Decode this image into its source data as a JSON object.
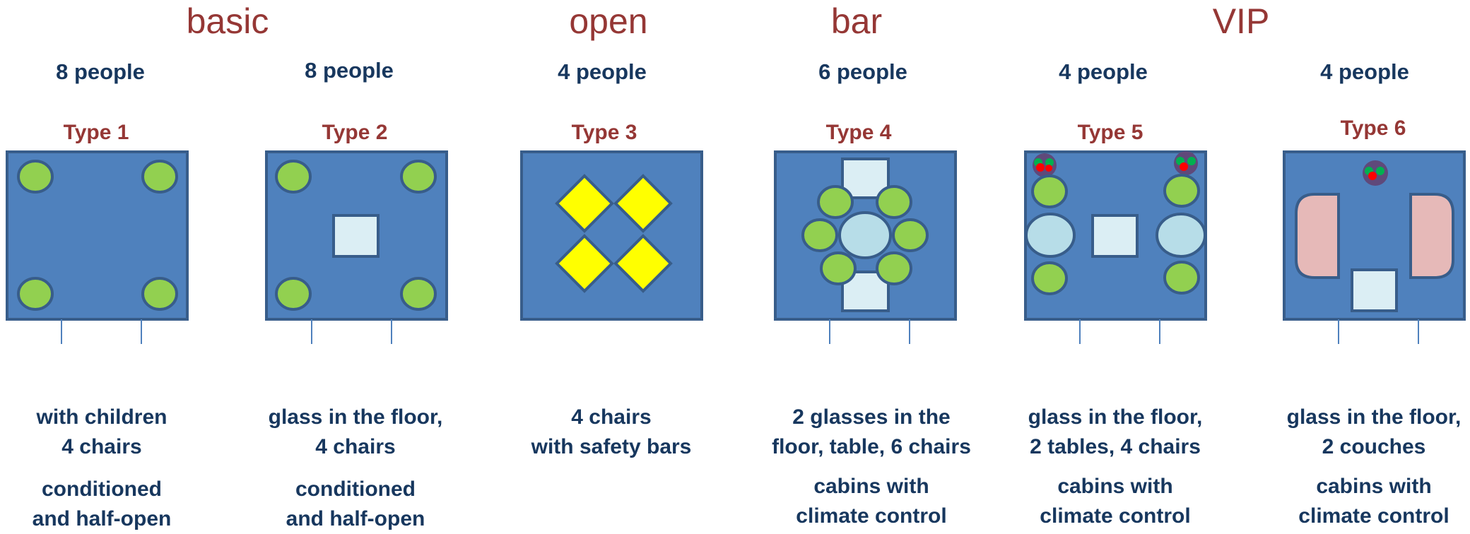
{
  "categories": [
    "basic",
    "open",
    "bar",
    "VIP"
  ],
  "cabins": [
    {
      "people": "8 people",
      "type": "Type 1",
      "desc_lines": [
        "with children",
        "4 chairs"
      ],
      "climate_lines": [
        "conditioned",
        "and half-open"
      ]
    },
    {
      "people": "8 people",
      "type": "Type 2",
      "desc_lines": [
        "glass in the floor,",
        "4 chairs"
      ],
      "climate_lines": [
        "conditioned",
        "and half-open"
      ]
    },
    {
      "people": "4 people",
      "type": "Type 3",
      "desc_lines": [
        "4 chairs",
        "with safety bars"
      ],
      "climate_lines": []
    },
    {
      "people": "6 people",
      "type": "Type 4",
      "desc_lines": [
        "2 glasses in the",
        "floor, table, 6 chairs"
      ],
      "climate_lines": [
        "cabins with",
        "climate control"
      ]
    },
    {
      "people": "4 people",
      "type": "Type 5",
      "desc_lines": [
        "glass in the floor,",
        "2 tables, 4 chairs"
      ],
      "climate_lines": [
        "cabins with",
        "climate control"
      ]
    },
    {
      "people": "4 people",
      "type": "Type 6",
      "desc_lines": [
        "glass in the floor,",
        "2 couches"
      ],
      "climate_lines": [
        "cabins with",
        "climate control"
      ]
    }
  ],
  "colors": {
    "category_text": "#953735",
    "type_text": "#953735",
    "body_text": "#17375e",
    "cabin_fill": "#4f81bd",
    "cabin_stroke": "#385d8a",
    "chair": "#92d050",
    "glass": "#dbeef4",
    "table": "#b7dde8",
    "safety_bar": "#ffff00",
    "couch": "#e6b9b8",
    "flower_petals": "#5f497a",
    "flower_center": "#ff0000",
    "flower_leaf": "#00b050"
  }
}
